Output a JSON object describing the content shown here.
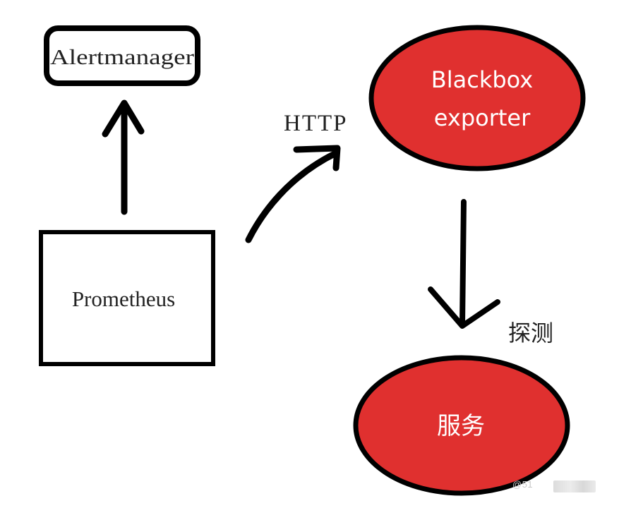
{
  "nodes": {
    "alertmanager": {
      "label": "Alertmanager"
    },
    "prometheus": {
      "label": "Prometheus"
    },
    "blackbox": {
      "line1": "Blackbox",
      "line2": "exporter"
    },
    "service": {
      "label": "服务"
    }
  },
  "edges": {
    "http": {
      "label": "HTTP"
    },
    "probe": {
      "label": "探测"
    }
  },
  "watermark": {
    "text": "@51"
  },
  "colors": {
    "node_fill": "#e0302f",
    "stroke": "#000000",
    "label_dark": "#222222",
    "label_light": "#ffffff"
  }
}
